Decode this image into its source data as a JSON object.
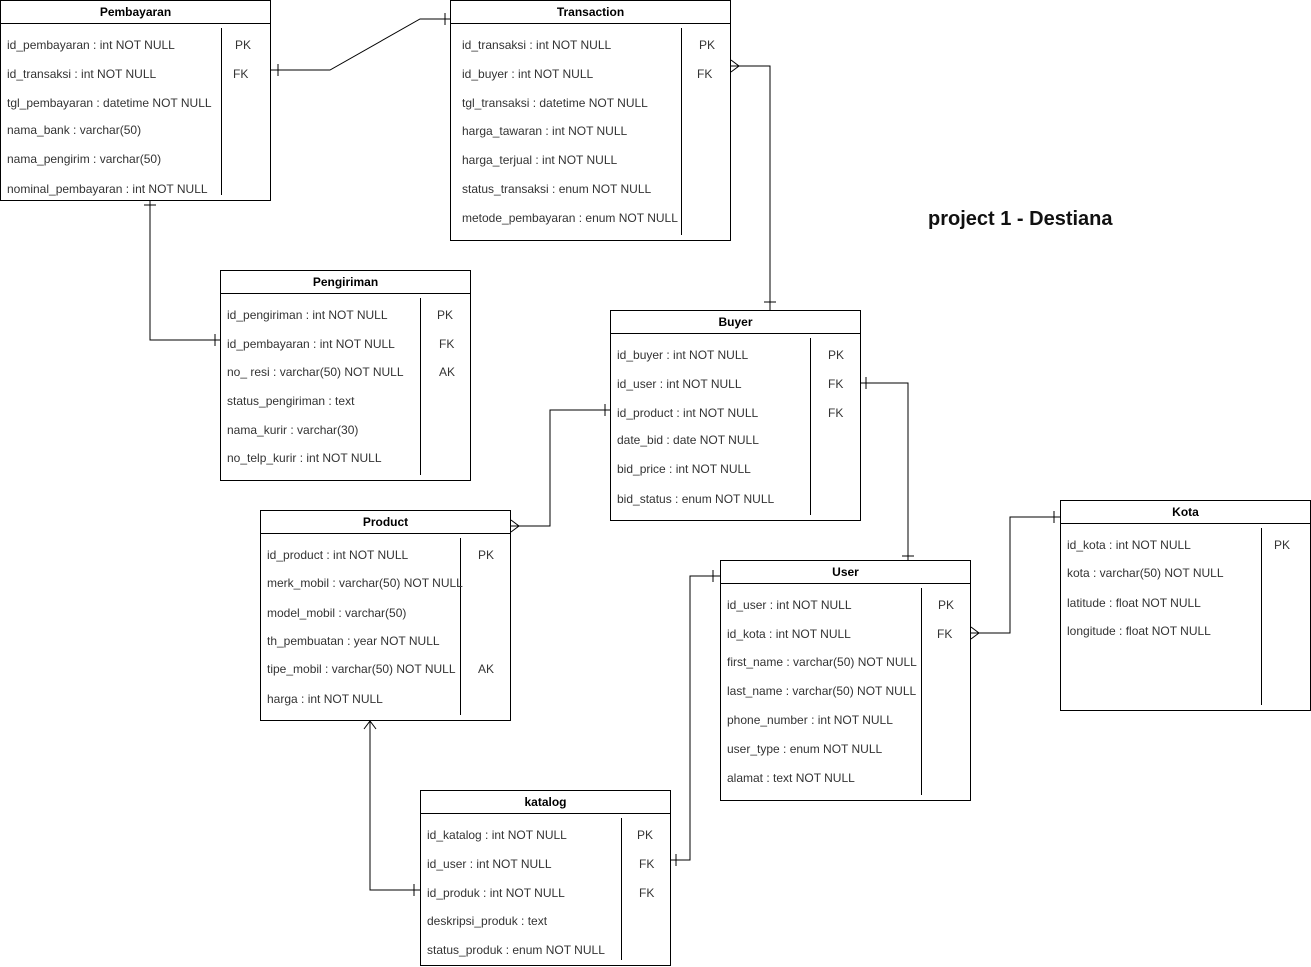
{
  "title": "project 1 - Destiana",
  "entities": {
    "pembayaran": {
      "name": "Pembayaran",
      "fields": [
        {
          "label": "id_pembayaran : int NOT NULL",
          "key": "PK"
        },
        {
          "label": "id_transaksi : int NOT NULL",
          "key": "FK"
        },
        {
          "label": "tgl_pembayaran : datetime NOT NULL",
          "key": ""
        },
        {
          "label": "nama_bank : varchar(50)",
          "key": ""
        },
        {
          "label": "nama_pengirim : varchar(50)",
          "key": ""
        },
        {
          "label": "nominal_pembayaran : int NOT NULL",
          "key": ""
        }
      ]
    },
    "transaction": {
      "name": "Transaction",
      "fields": [
        {
          "label": "id_transaksi : int NOT NULL",
          "key": "PK"
        },
        {
          "label": "id_buyer : int NOT NULL",
          "key": "FK"
        },
        {
          "label": "tgl_transaksi : datetime NOT NULL",
          "key": ""
        },
        {
          "label": "harga_tawaran : int NOT NULL",
          "key": ""
        },
        {
          "label": "harga_terjual : int NOT NULL",
          "key": ""
        },
        {
          "label": "status_transaksi : enum NOT NULL",
          "key": ""
        },
        {
          "label": "metode_pembayaran : enum NOT NULL",
          "key": ""
        }
      ]
    },
    "pengiriman": {
      "name": "Pengiriman",
      "fields": [
        {
          "label": "id_pengiriman : int NOT NULL",
          "key": "PK"
        },
        {
          "label": "id_pembayaran : int NOT NULL",
          "key": "FK"
        },
        {
          "label": "no_ resi : varchar(50) NOT NULL",
          "key": "AK"
        },
        {
          "label": "status_pengiriman : text",
          "key": ""
        },
        {
          "label": "nama_kurir : varchar(30)",
          "key": ""
        },
        {
          "label": "no_telp_kurir : int NOT NULL",
          "key": ""
        }
      ]
    },
    "buyer": {
      "name": "Buyer",
      "fields": [
        {
          "label": "id_buyer : int NOT NULL",
          "key": "PK"
        },
        {
          "label": "id_user : int NOT NULL",
          "key": "FK"
        },
        {
          "label": "id_product : int NOT NULL",
          "key": "FK"
        },
        {
          "label": "date_bid : date NOT NULL",
          "key": ""
        },
        {
          "label": "bid_price : int NOT NULL",
          "key": ""
        },
        {
          "label": "bid_status : enum NOT NULL",
          "key": ""
        }
      ]
    },
    "product": {
      "name": "Product",
      "fields": [
        {
          "label": "id_product : int NOT NULL",
          "key": "PK"
        },
        {
          "label": "merk_mobil : varchar(50) NOT NULL",
          "key": ""
        },
        {
          "label": "model_mobil : varchar(50)",
          "key": ""
        },
        {
          "label": "th_pembuatan : year NOT NULL",
          "key": ""
        },
        {
          "label": "tipe_mobil : varchar(50) NOT NULL",
          "key": "AK"
        },
        {
          "label": "harga : int NOT NULL",
          "key": ""
        }
      ]
    },
    "kota": {
      "name": "Kota",
      "fields": [
        {
          "label": "id_kota : int NOT NULL",
          "key": "PK"
        },
        {
          "label": "kota : varchar(50) NOT NULL",
          "key": ""
        },
        {
          "label": "latitude : float NOT NULL",
          "key": ""
        },
        {
          "label": "longitude : float NOT NULL",
          "key": ""
        }
      ]
    },
    "user": {
      "name": "User",
      "fields": [
        {
          "label": "id_user : int NOT NULL",
          "key": "PK"
        },
        {
          "label": "id_kota : int NOT NULL",
          "key": "FK"
        },
        {
          "label": "first_name : varchar(50) NOT NULL",
          "key": ""
        },
        {
          "label": "last_name : varchar(50) NOT NULL",
          "key": ""
        },
        {
          "label": "phone_number : int NOT NULL",
          "key": ""
        },
        {
          "label": "user_type : enum NOT NULL",
          "key": ""
        },
        {
          "label": "alamat : text NOT NULL",
          "key": ""
        }
      ]
    },
    "katalog": {
      "name": "katalog",
      "fields": [
        {
          "label": "id_katalog : int NOT NULL",
          "key": "PK"
        },
        {
          "label": "id_user : int NOT NULL",
          "key": "FK"
        },
        {
          "label": "id_produk : int NOT NULL",
          "key": "FK"
        },
        {
          "label": "deskripsi_produk : text",
          "key": ""
        },
        {
          "label": "status_produk : enum NOT NULL",
          "key": ""
        }
      ]
    }
  }
}
